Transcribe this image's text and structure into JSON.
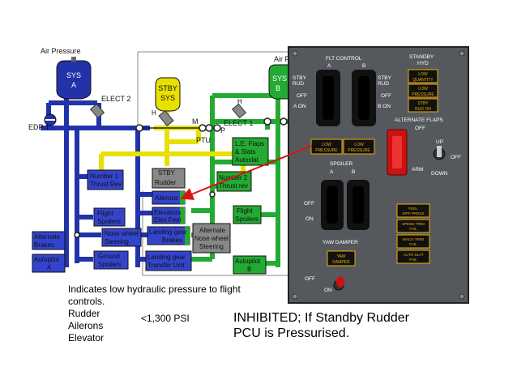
{
  "schematic": {
    "air_pressure_left": "Air Pressure",
    "air_pressure_right": "Air P",
    "sys_a": [
      "SYS",
      "A"
    ],
    "sys_b": [
      "SYS",
      "B"
    ],
    "stby_sys": [
      "STBY",
      "SYS"
    ],
    "elect2": "ELECT 2",
    "elect1": "ELECT 1",
    "edp1": "EDP 1",
    "ptu": "PTU",
    "m": "M",
    "p": "P",
    "h_label": "H",
    "boxes": {
      "num1_thrust_rev": [
        "Number 1",
        "Thrust Rev"
      ],
      "stby_rudder": [
        "STBY",
        "Rudder"
      ],
      "ailerons": "Ailerons",
      "elevators": [
        "Elevators",
        "Elev Feel"
      ],
      "num2_thrust_rev": [
        "Number 2",
        "Thrust rev"
      ],
      "le_flaps": [
        "L.E. Flaps",
        "& Slats",
        "Autoslat"
      ],
      "flight_spoilers_left": [
        "Flight",
        "Spoilers"
      ],
      "flight_spoilers_right": [
        "Flight",
        "Spoilers"
      ],
      "alternate_brakes": [
        "Alternate",
        "Brakes"
      ],
      "nose_wheel_steering": [
        "Nose wheel",
        "Steering"
      ],
      "landing_gear": [
        "Landing gear",
        "Brakes"
      ],
      "alt_nose_wheel": [
        "Alternate",
        "Nose wheel",
        "Steering"
      ],
      "autopilot_a": [
        "Autopilot",
        "A"
      ],
      "ground_spoilers": [
        "Ground",
        "Spoilers"
      ],
      "landing_gear_transfer": [
        "Landing gear",
        "Transfer Unit"
      ],
      "autopilot_b": [
        "Autopilot",
        "B"
      ]
    }
  },
  "panel": {
    "flt_control": "FLT CONTROL",
    "a": "A",
    "b": "B",
    "standby_hyd": [
      "STANDBY",
      "HYD"
    ],
    "stby_rud": [
      "STBY",
      "RUD"
    ],
    "off": "OFF",
    "a_on": "A ON",
    "b_on": "B ON",
    "low_quantity": [
      "LOW",
      "QUANTITY"
    ],
    "low_pressure": [
      "LOW",
      "PRESSURE"
    ],
    "stby_rud_on": [
      "STBY",
      "RUD ON"
    ],
    "alternate_flaps": "ALTERNATE FLAPS",
    "arm": "ARM",
    "up": "UP",
    "down": "DOWN",
    "spoiler": "SPOILER",
    "on": "ON",
    "yaw_damper": "YAW DAMPER",
    "yaw_damper_light": [
      "YAW",
      "DAMPER"
    ],
    "feel_diff_press": [
      "FEEL",
      "DIFF PRESS"
    ],
    "speed_trim_fail": [
      "SPEED TRIM",
      "FAIL"
    ],
    "mach_trim_fail": [
      "MACH TRIM",
      "FAIL"
    ],
    "auto_slat_fail": [
      "AUTO SLAT",
      "FAIL"
    ]
  },
  "notes": {
    "indicates": "Indicates low hydraulic pressure to flight",
    "controls": "controls.",
    "rudder": "Rudder",
    "ailerons": "Ailerons",
    "elevator": "Elevator",
    "psi": "<1,300 PSI",
    "inhibited_1": "INHIBITED; If Standby Rudder",
    "inhibited_2": "PCU is Pressurised."
  },
  "colors": {
    "system_a": "#2233aa",
    "system_b": "#22aa33",
    "standby": "#e8e000",
    "panel": "#55595e",
    "amber": "#f0b000",
    "arrow": "#dd1111"
  }
}
